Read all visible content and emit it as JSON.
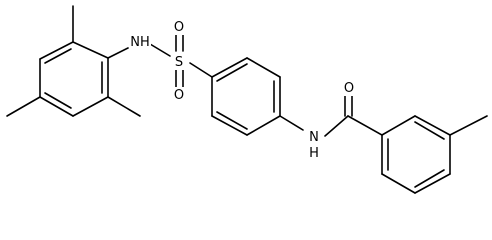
{
  "molecule": {
    "atoms": {
      "nh_sulfonamide": "NH",
      "sulfur": "S",
      "o_sulfonyl_top": "O",
      "o_sulfonyl_bottom": "O",
      "nh_amide": "N",
      "h_amide": "H",
      "o_carbonyl": "O"
    }
  },
  "colors": {
    "bond": "#000000",
    "label": "#000000",
    "background": "#ffffff"
  }
}
